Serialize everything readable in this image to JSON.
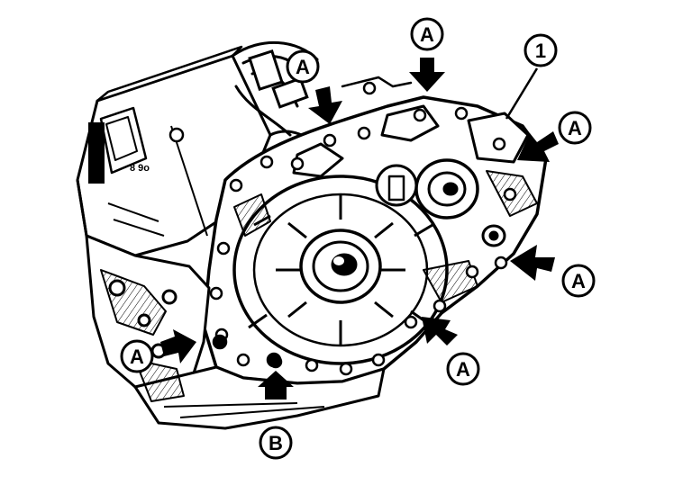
{
  "colors": {
    "ink": "#000000",
    "paper": "#ffffff"
  },
  "callouts": {
    "a1": "A",
    "a2": "A",
    "a3": "A",
    "a4": "A",
    "a5": "A",
    "a6": "A",
    "b1": "B",
    "n1": "1"
  },
  "icons": {
    "bolt_pointer": "arrow-icon",
    "number_leader": "leader-line"
  }
}
